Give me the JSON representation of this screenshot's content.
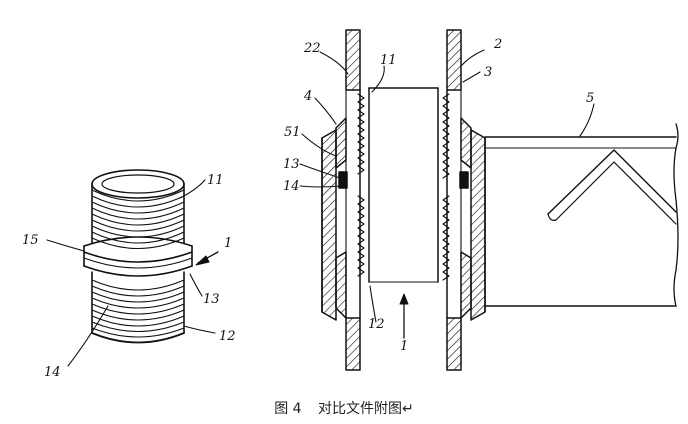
{
  "labels": {
    "l22": "22",
    "l2": "2",
    "l3": "3",
    "l4": "4",
    "l11r": "11",
    "l5": "5",
    "l51": "51",
    "l13r": "13",
    "l14r": "14",
    "l12r": "12",
    "l1r": "1",
    "l11l": "11",
    "l15": "15",
    "l1l": "1",
    "l13l": "13",
    "l12l": "12",
    "l14l": "14"
  },
  "caption": {
    "figure": "图 4",
    "text": "对比文件附图↵"
  }
}
